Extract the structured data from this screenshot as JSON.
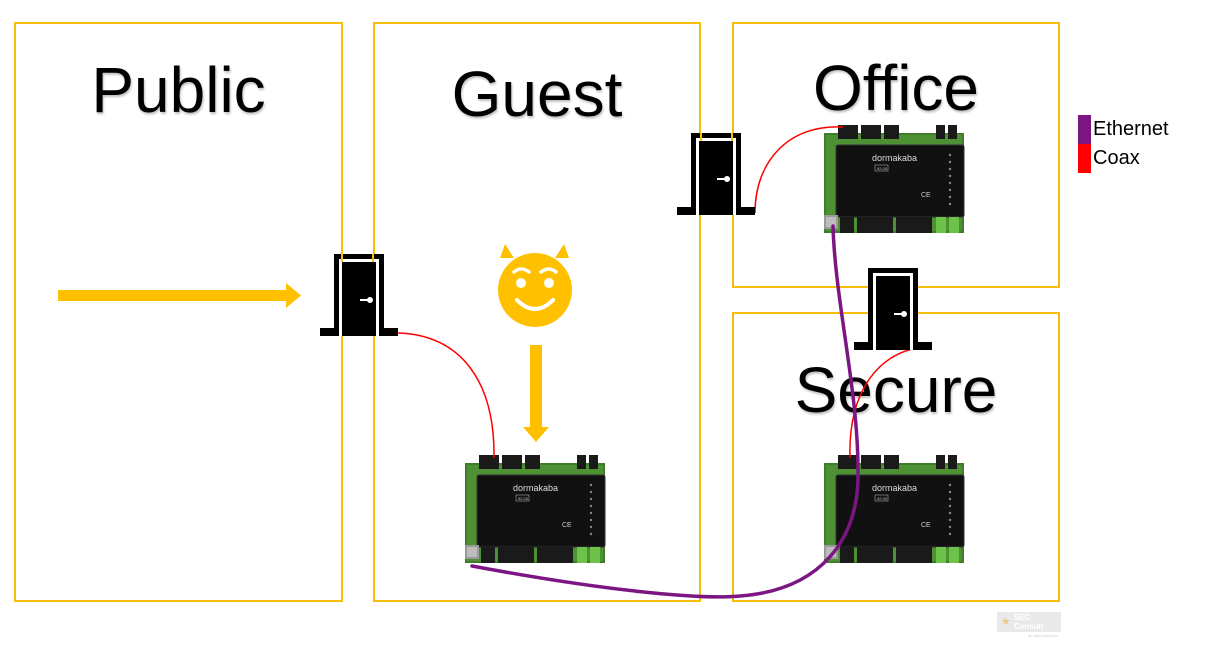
{
  "rooms": [
    {
      "id": "public",
      "title": "Public"
    },
    {
      "id": "guest",
      "title": "Guest"
    },
    {
      "id": "office",
      "title": "Office"
    },
    {
      "id": "secure",
      "title": "Secure"
    }
  ],
  "legend": [
    {
      "label": "Ethernet",
      "color": "#7B1683"
    },
    {
      "label": "Coax",
      "color": "#FF0000"
    }
  ],
  "controllers": [
    {
      "location": "guest",
      "brand": "dormakaba",
      "model": "92 00"
    },
    {
      "location": "office",
      "brand": "dormakaba",
      "model": "92 00"
    },
    {
      "location": "secure",
      "brand": "dormakaba",
      "model": "92 00"
    }
  ],
  "doors": [
    {
      "between": "public-guest"
    },
    {
      "between": "guest-office"
    },
    {
      "between": "office-secure"
    }
  ],
  "attacker": {
    "icon": "devil-face-icon",
    "location": "guest"
  },
  "colors": {
    "room_border": "#F5BE0B",
    "arrow": "#FFC000",
    "ethernet": "#7B1683",
    "coax": "#FF0000",
    "door": "#000000"
  },
  "logo": {
    "text": "SEC Consult",
    "subtext": "an Atos business"
  }
}
